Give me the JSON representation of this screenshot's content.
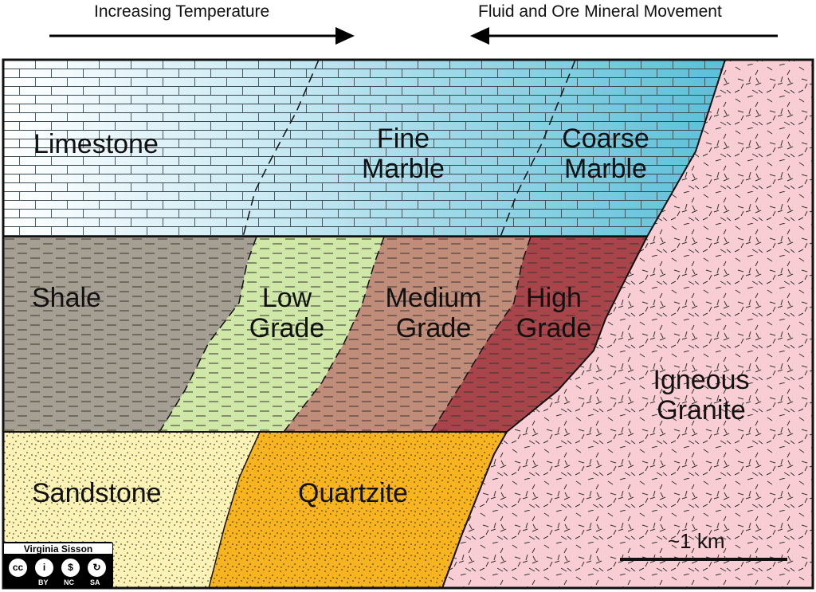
{
  "header": {
    "temperature_label": "Increasing Temperature",
    "fluid_label": "Fluid and Ore Mineral Movement"
  },
  "layers": {
    "limestone": "Limestone",
    "fine_marble": [
      "Fine",
      "Marble"
    ],
    "coarse_marble": [
      "Coarse",
      "Marble"
    ],
    "shale": "Shale",
    "low_grade": [
      "Low",
      "Grade"
    ],
    "medium_grade": [
      "Medium",
      "Grade"
    ],
    "high_grade": [
      "High",
      "Grade"
    ],
    "sandstone": "Sandstone",
    "quartzite": "Quartzite",
    "granite": [
      "Igneous",
      "Granite"
    ]
  },
  "scale": {
    "label": "~1 km"
  },
  "license": {
    "author": "Virginia Sisson",
    "symbols": [
      "cc",
      "i",
      "$",
      "↻"
    ],
    "tags": [
      "BY",
      "NC",
      "SA"
    ]
  },
  "colors": {
    "limestone_light": "#ffffff",
    "limestone_dark": "#5bbfd8",
    "shale": "#a59e93",
    "low_grade": "#cfe8a8",
    "medium_grade": "#c08d7b",
    "high_grade": "#a8454a",
    "sandstone": "#fbf3b5",
    "quartzite": "#f7b41e",
    "granite": "#f9cdd4"
  }
}
